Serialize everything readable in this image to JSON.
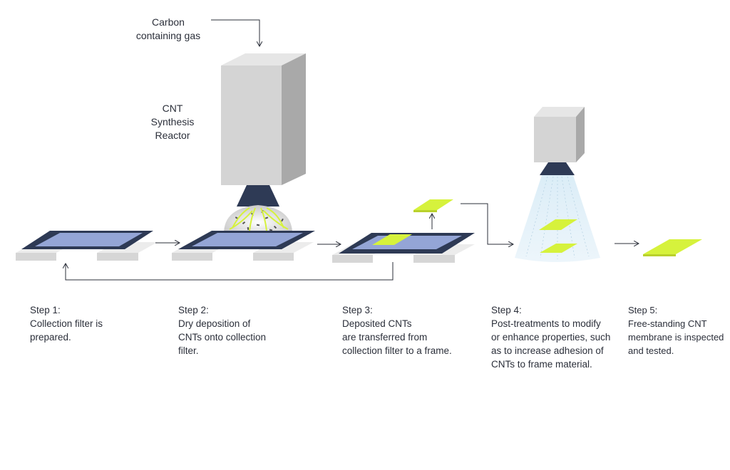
{
  "labels": {
    "gas": [
      "Carbon",
      "containing gas"
    ],
    "reactor": [
      "CNT",
      "Synthesis",
      "Reactor"
    ]
  },
  "steps": [
    {
      "title": "Step 1:",
      "lines": [
        "Collection filter is",
        "prepared."
      ]
    },
    {
      "title": "Step 2:",
      "lines": [
        "Dry deposition of",
        "CNTs onto collection",
        "filter."
      ]
    },
    {
      "title": "Step 3:",
      "lines": [
        "Deposited CNTs",
        "are transferred from",
        "collection filter to a frame."
      ]
    },
    {
      "title": "Step 4:",
      "lines": [
        "Post-treatments to modify",
        "or enhance properties, such",
        "as to increase adhesion of",
        "CNTs to frame material."
      ]
    },
    {
      "title": "Step 5:",
      "lines": [
        "Free-standing CNT",
        "membrane is inspected",
        "and tested."
      ]
    }
  ],
  "colors": {
    "reactor_front": "#d4d4d4",
    "reactor_side": "#a9a9a9",
    "reactor_top": "#e6e6e6",
    "nozzle": "#2e3a55",
    "filter_frame": "#2e3a55",
    "filter_surface": "#94a5d6",
    "rail": "#d6d6d6",
    "membrane": "#d6f23c",
    "spray": "#cfe6f3",
    "arrow": "#2b2f3a"
  }
}
